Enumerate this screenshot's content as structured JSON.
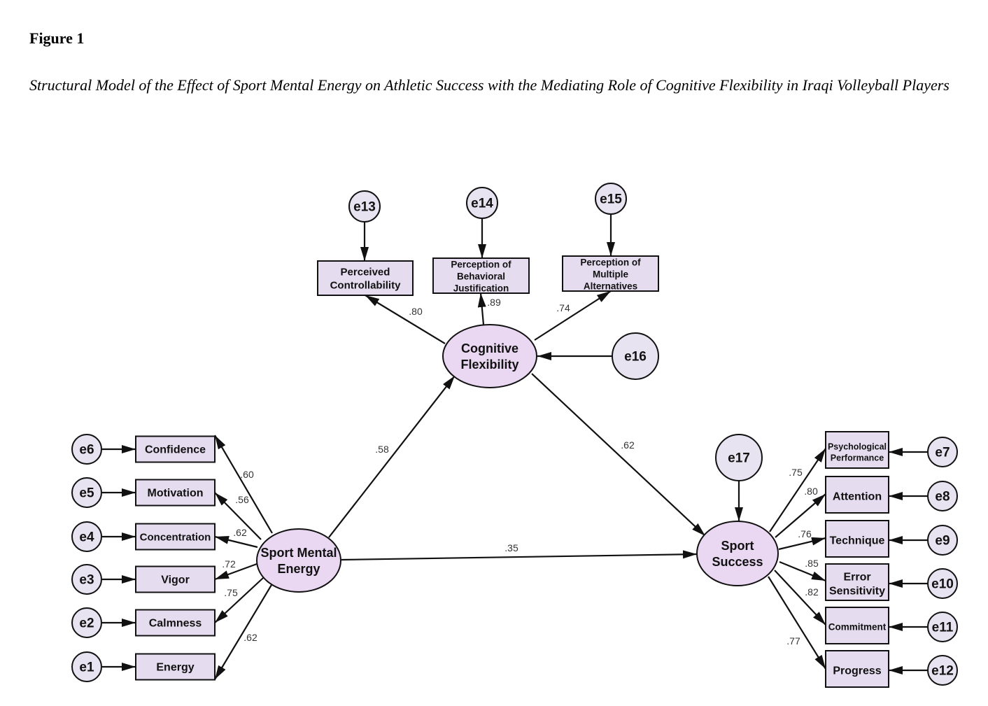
{
  "figure": {
    "label": "Figure 1",
    "caption": "Structural Model of the Effect of Sport Mental Energy on Athletic Success with the Mediating Role of Cognitive Flexibility in Iraqi Volleyball Players"
  },
  "colors": {
    "latent_fill": "#ead8f2",
    "indicator_fill": "#e6dcef",
    "error_fill": "#e7e3f1",
    "stroke": "#111111"
  },
  "latents": {
    "sme": {
      "label": [
        "Sport Mental",
        "Energy"
      ]
    },
    "cf": {
      "label": [
        "Cognitive",
        "Flexibility"
      ]
    },
    "ss": {
      "label": [
        "Sport",
        "Success"
      ]
    }
  },
  "structural_paths": [
    {
      "id": "sme-cf",
      "from": "sme",
      "to": "cf",
      "coef": ".58"
    },
    {
      "id": "cf-ss",
      "from": "cf",
      "to": "ss",
      "coef": ".62"
    },
    {
      "id": "sme-ss",
      "from": "sme",
      "to": "ss",
      "coef": ".35"
    }
  ],
  "disturbances": [
    {
      "id": "e16",
      "target": "cf"
    },
    {
      "id": "e17",
      "target": "ss"
    }
  ],
  "indicators": {
    "sme": [
      {
        "label": [
          "Confidence"
        ],
        "loading": ".60",
        "error": "e6"
      },
      {
        "label": [
          "Motivation"
        ],
        "loading": ".56",
        "error": "e5"
      },
      {
        "label": [
          "Concentration"
        ],
        "loading": ".62",
        "error": "e4"
      },
      {
        "label": [
          "Vigor"
        ],
        "loading": ".72",
        "error": "e3"
      },
      {
        "label": [
          "Calmness"
        ],
        "loading": ".75",
        "error": "e2"
      },
      {
        "label": [
          "Energy"
        ],
        "loading": ".62",
        "error": "e1"
      }
    ],
    "cf": [
      {
        "label": [
          "Perceived",
          "Controllability"
        ],
        "loading": ".80",
        "error": "e13"
      },
      {
        "label": [
          "Perception of",
          "Behavioral",
          "Justification"
        ],
        "loading": ".89",
        "error": "e14"
      },
      {
        "label": [
          "Perception of",
          "Multiple",
          "Alternatives"
        ],
        "loading": ".74",
        "error": "e15"
      }
    ],
    "ss": [
      {
        "label": [
          "Psychological",
          "Performance"
        ],
        "loading": ".75",
        "error": "e7"
      },
      {
        "label": [
          "Attention"
        ],
        "loading": ".80",
        "error": "e8"
      },
      {
        "label": [
          "Technique"
        ],
        "loading": ".76",
        "error": "e9"
      },
      {
        "label": [
          "Error",
          "Sensitivity"
        ],
        "loading": ".85",
        "error": "e10"
      },
      {
        "label": [
          "Commitment"
        ],
        "loading": ".82",
        "error": "e11"
      },
      {
        "label": [
          "Progress"
        ],
        "loading": ".77",
        "error": "e12"
      }
    ]
  }
}
